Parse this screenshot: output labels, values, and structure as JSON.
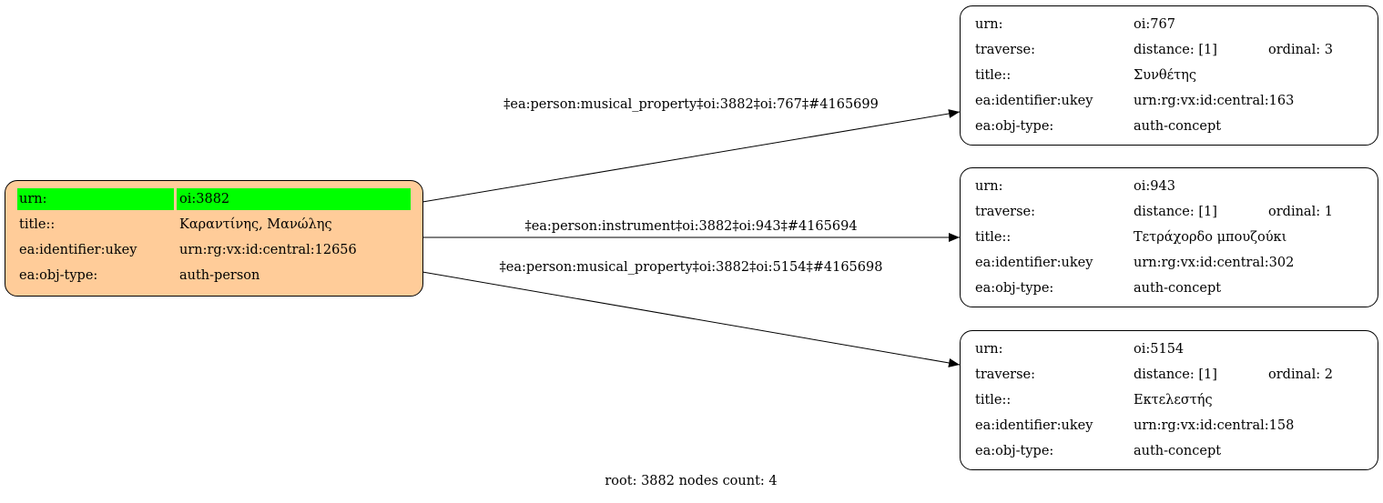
{
  "root_node": {
    "fill": "#ffcc99",
    "highlight": "#00ff00",
    "rows": [
      {
        "key": "urn:",
        "value": "oi:3882"
      },
      {
        "key": "title::",
        "value": "Καραντίνης, Μανώλης"
      },
      {
        "key": "ea:identifier:ukey",
        "value": "urn:rg:vx:id:central:12656"
      },
      {
        "key": "ea:obj-type:",
        "value": "auth-person"
      }
    ]
  },
  "target_nodes": [
    {
      "urn": "oi:767",
      "distance": "distance: [1]",
      "ordinal": "ordinal: 3",
      "title": "Συνθέτης",
      "ukey": "urn:rg:vx:id:central:163",
      "obj_type": "auth-concept"
    },
    {
      "urn": "oi:943",
      "distance": "distance: [1]",
      "ordinal": "ordinal: 1",
      "title": "Τετράχορδο μπουζούκι",
      "ukey": "urn:rg:vx:id:central:302",
      "obj_type": "auth-concept"
    },
    {
      "urn": "oi:5154",
      "distance": "distance: [1]",
      "ordinal": "ordinal: 2",
      "title": "Εκτελεστής",
      "ukey": "urn:rg:vx:id:central:158",
      "obj_type": "auth-concept"
    }
  ],
  "target_keys": {
    "urn": "urn:",
    "traverse": "traverse:",
    "title": "title::",
    "ukey": "ea:identifier:ukey",
    "obj_type": "ea:obj-type:"
  },
  "edges": [
    {
      "label": "‡ea:person:musical_property‡oi:3882‡oi:767‡#4165699"
    },
    {
      "label": "‡ea:person:instrument‡oi:3882‡oi:943‡#4165694"
    },
    {
      "label": "‡ea:person:musical_property‡oi:3882‡oi:5154‡#4165698"
    }
  ],
  "footer": "root: 3882 nodes count: 4"
}
